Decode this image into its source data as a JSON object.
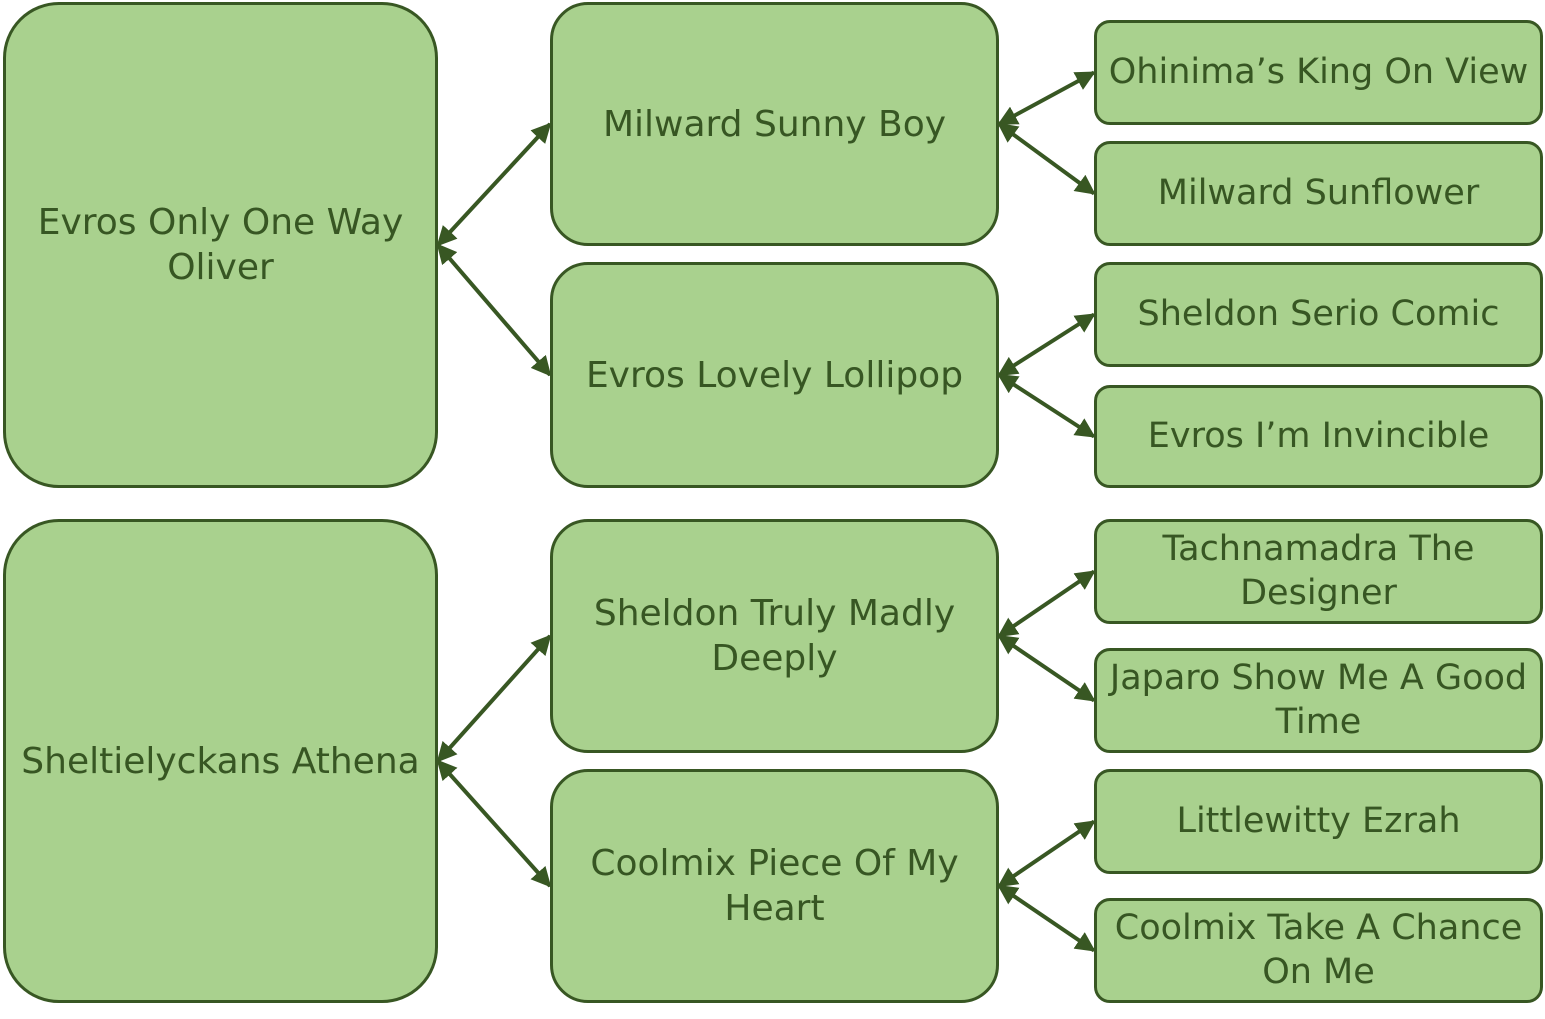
{
  "colors": {
    "node_fill": "#a9d18e",
    "node_border": "#385723",
    "text": "#375623",
    "connector": "#385723"
  },
  "nodes": {
    "evros_only_one_way_oliver": "Evros Only One Way Oliver",
    "sheltielyckans_athena": "Sheltielyckans Athena",
    "milward_sunny_boy": "Milward Sunny Boy",
    "evros_lovely_lollipop": "Evros Lovely Lollipop",
    "sheldon_truly_madly_deeply": "Sheldon Truly Madly Deeply",
    "coolmix_piece_of_my_heart": "Coolmix Piece Of My Heart",
    "ohinimas_king_on_view": "Ohinima’s King On View",
    "milward_sunflower": "Milward Sunflower",
    "sheldon_serio_comic": "Sheldon Serio Comic",
    "evros_im_invincible": "Evros I’m Invincible",
    "tachnamadra_the_designer": "Tachnamadra The Designer",
    "japaro_show_me_a_good_time": "Japaro Show Me A Good Time",
    "littlewitty_ezrah": "Littlewitty Ezrah",
    "coolmix_take_a_chance_on_me": "Coolmix Take A Chance On Me"
  },
  "connections": [
    [
      "evros_only_one_way_oliver",
      "milward_sunny_boy"
    ],
    [
      "evros_only_one_way_oliver",
      "evros_lovely_lollipop"
    ],
    [
      "milward_sunny_boy",
      "ohinimas_king_on_view"
    ],
    [
      "milward_sunny_boy",
      "milward_sunflower"
    ],
    [
      "evros_lovely_lollipop",
      "sheldon_serio_comic"
    ],
    [
      "evros_lovely_lollipop",
      "evros_im_invincible"
    ],
    [
      "sheltielyckans_athena",
      "sheldon_truly_madly_deeply"
    ],
    [
      "sheltielyckans_athena",
      "coolmix_piece_of_my_heart"
    ],
    [
      "sheldon_truly_madly_deeply",
      "tachnamadra_the_designer"
    ],
    [
      "sheldon_truly_madly_deeply",
      "japaro_show_me_a_good_time"
    ],
    [
      "coolmix_piece_of_my_heart",
      "littlewitty_ezrah"
    ],
    [
      "coolmix_piece_of_my_heart",
      "coolmix_take_a_chance_on_me"
    ]
  ]
}
